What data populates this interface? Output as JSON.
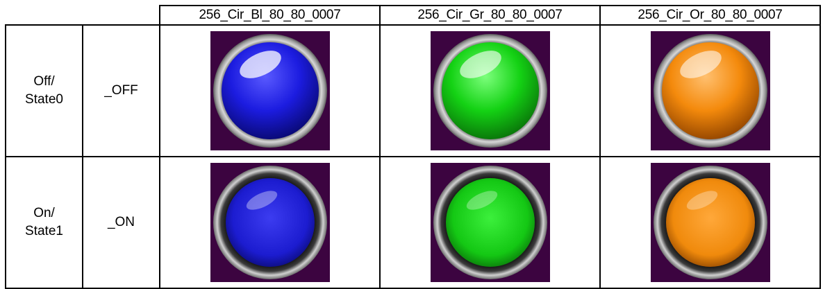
{
  "table": {
    "columns": [
      "256_Cir_Bl_80_80_0007",
      "256_Cir_Gr_80_80_0007",
      "256_Cir_Or_80_80_0007"
    ],
    "rows": [
      {
        "state_line1": "Off/",
        "state_line2": "State0",
        "suffix": "_OFF"
      },
      {
        "state_line1": "On/",
        "state_line2": "State1",
        "suffix": "_ON"
      }
    ]
  },
  "colors": {
    "tile_background": "#3c0440",
    "blue": "#1c1ce0",
    "green": "#14d214",
    "orange": "#f48a0c"
  },
  "icons": {
    "lamp": "circle-lamp-icon"
  }
}
